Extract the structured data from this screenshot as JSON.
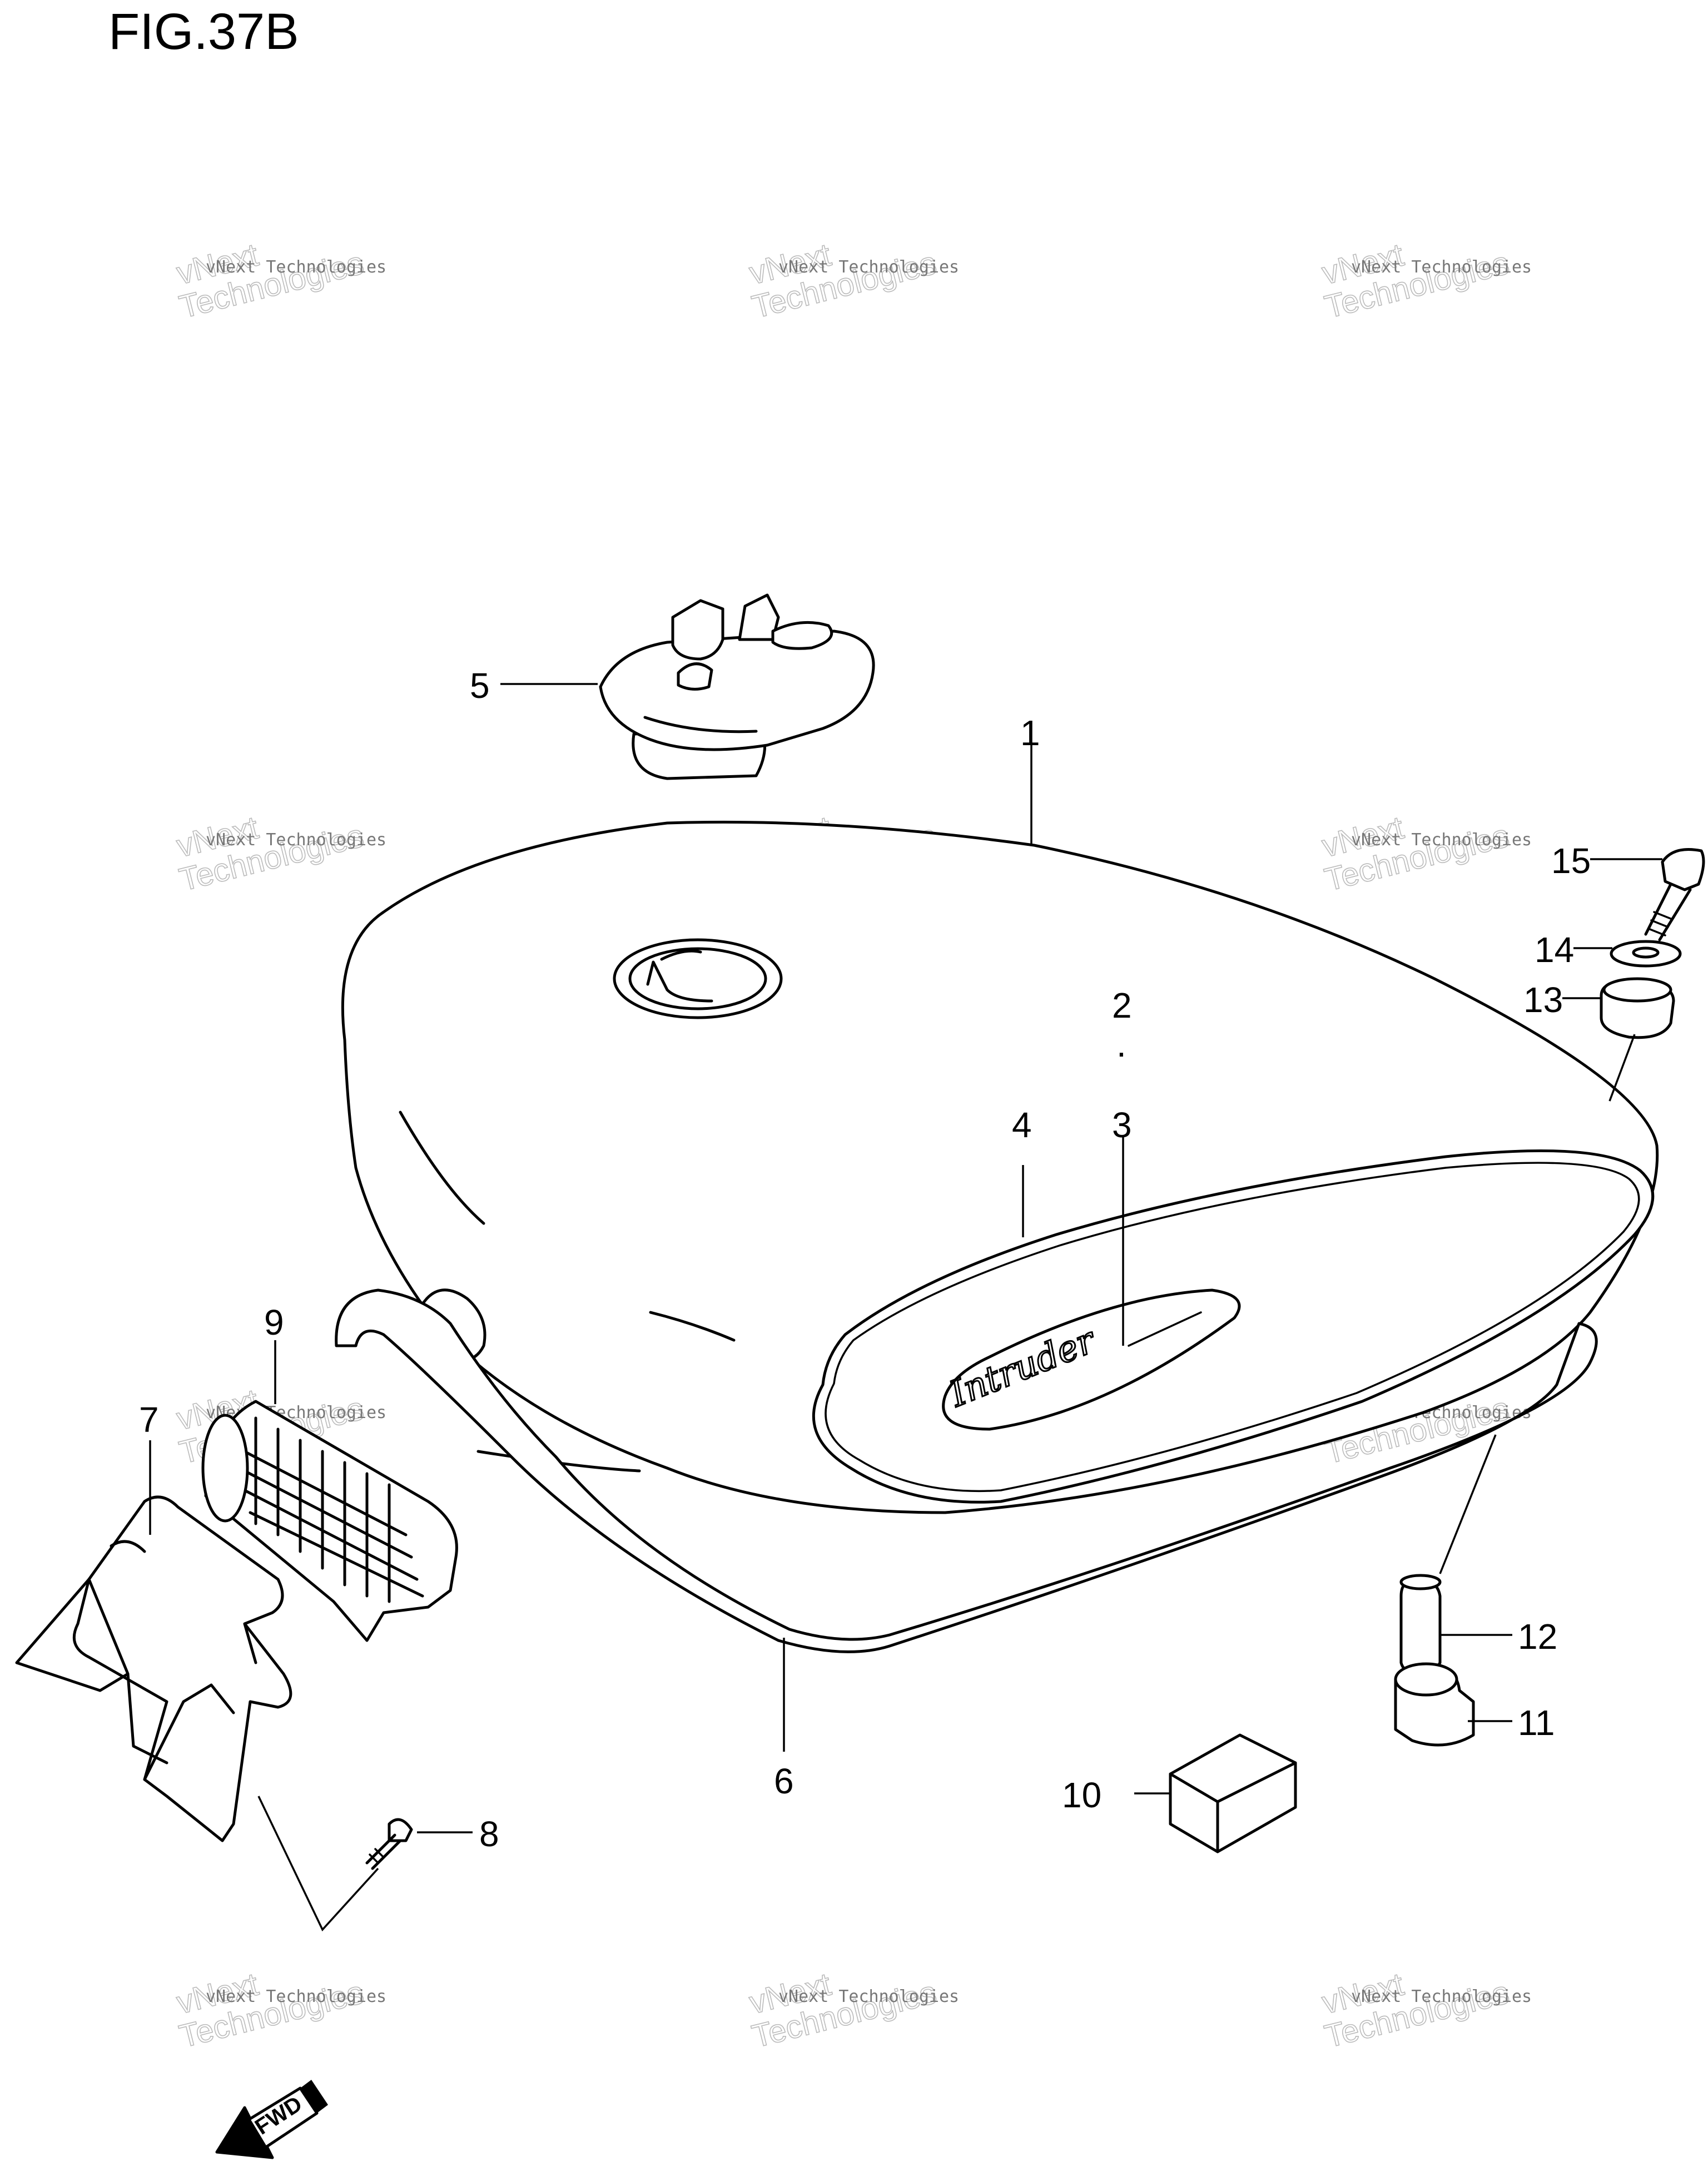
{
  "figure": {
    "title": "FIG.37B"
  },
  "callouts": [
    {
      "id": "1",
      "label": "1"
    },
    {
      "id": "2",
      "label": "2"
    },
    {
      "id": "sep",
      "label": "."
    },
    {
      "id": "3",
      "label": "3"
    },
    {
      "id": "4",
      "label": "4"
    },
    {
      "id": "5",
      "label": "5"
    },
    {
      "id": "6",
      "label": "6"
    },
    {
      "id": "7",
      "label": "7"
    },
    {
      "id": "8",
      "label": "8"
    },
    {
      "id": "9",
      "label": "9"
    },
    {
      "id": "10",
      "label": "10"
    },
    {
      "id": "11",
      "label": "11"
    },
    {
      "id": "12",
      "label": "12"
    },
    {
      "id": "13",
      "label": "13"
    },
    {
      "id": "14",
      "label": "14"
    },
    {
      "id": "15",
      "label": "15"
    }
  ],
  "watermark": {
    "line1": "vNext Technologies",
    "line2": "vNext",
    "line3": "Technologies"
  },
  "direction_marker": {
    "label": "FWD"
  },
  "emblem": {
    "text": "Intruder"
  }
}
